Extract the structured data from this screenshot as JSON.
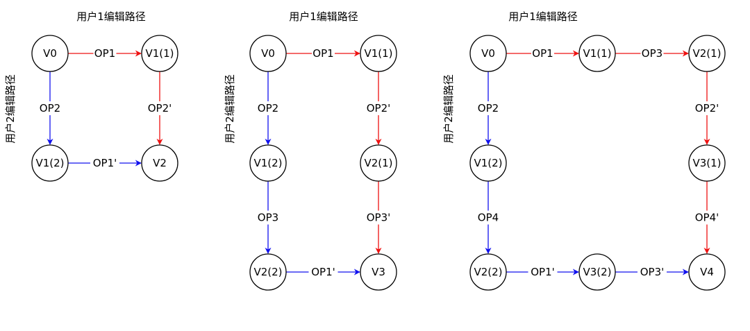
{
  "colors": {
    "user1_path": "#ee1111",
    "user2_path": "#1111ee",
    "node_stroke": "#000000",
    "background": "#ffffff"
  },
  "diagrams": [
    {
      "top_title": "用户1编辑路径",
      "side_title": "用户2编辑路径",
      "nodes": [
        {
          "id": "d1_v0",
          "label": "V0"
        },
        {
          "id": "d1_v1_1",
          "label": "V1(1)"
        },
        {
          "id": "d1_v1_2",
          "label": "V1(2)"
        },
        {
          "id": "d1_v2",
          "label": "V2"
        }
      ],
      "edges": [
        {
          "from": "d1_v0",
          "to": "d1_v1_1",
          "label": "OP1",
          "path": "user1"
        },
        {
          "from": "d1_v1_1",
          "to": "d1_v2",
          "label": "OP2'",
          "path": "user1"
        },
        {
          "from": "d1_v0",
          "to": "d1_v1_2",
          "label": "OP2",
          "path": "user2"
        },
        {
          "from": "d1_v1_2",
          "to": "d1_v2",
          "label": "OP1'",
          "path": "user2"
        }
      ]
    },
    {
      "top_title": "用户1编辑路径",
      "side_title": "用户2编辑路径",
      "nodes": [
        {
          "id": "d2_v0",
          "label": "V0"
        },
        {
          "id": "d2_v1_1",
          "label": "V1(1)"
        },
        {
          "id": "d2_v1_2",
          "label": "V1(2)"
        },
        {
          "id": "d2_v2_1",
          "label": "V2(1)"
        },
        {
          "id": "d2_v2_2",
          "label": "V2(2)"
        },
        {
          "id": "d2_v3",
          "label": "V3"
        }
      ],
      "edges": [
        {
          "from": "d2_v0",
          "to": "d2_v1_1",
          "label": "OP1",
          "path": "user1"
        },
        {
          "from": "d2_v1_1",
          "to": "d2_v2_1",
          "label": "OP2'",
          "path": "user1"
        },
        {
          "from": "d2_v2_1",
          "to": "d2_v3",
          "label": "OP3'",
          "path": "user1"
        },
        {
          "from": "d2_v0",
          "to": "d2_v1_2",
          "label": "OP2",
          "path": "user2"
        },
        {
          "from": "d2_v1_2",
          "to": "d2_v2_2",
          "label": "OP3",
          "path": "user2"
        },
        {
          "from": "d2_v2_2",
          "to": "d2_v3",
          "label": "OP1'",
          "path": "user2"
        }
      ]
    },
    {
      "top_title": "用户1编辑路径",
      "side_title": "用户2编辑路径",
      "nodes": [
        {
          "id": "d3_v0",
          "label": "V0"
        },
        {
          "id": "d3_v1_1",
          "label": "V1(1)"
        },
        {
          "id": "d3_v2_1",
          "label": "V2(1)"
        },
        {
          "id": "d3_v1_2",
          "label": "V1(2)"
        },
        {
          "id": "d3_v3_1",
          "label": "V3(1)"
        },
        {
          "id": "d3_v2_2",
          "label": "V2(2)"
        },
        {
          "id": "d3_v3_2",
          "label": "V3(2)"
        },
        {
          "id": "d3_v4",
          "label": "V4"
        }
      ],
      "edges": [
        {
          "from": "d3_v0",
          "to": "d3_v1_1",
          "label": "OP1",
          "path": "user1"
        },
        {
          "from": "d3_v1_1",
          "to": "d3_v2_1",
          "label": "OP3",
          "path": "user1"
        },
        {
          "from": "d3_v2_1",
          "to": "d3_v3_1",
          "label": "OP2'",
          "path": "user1"
        },
        {
          "from": "d3_v3_1",
          "to": "d3_v4",
          "label": "OP4'",
          "path": "user1"
        },
        {
          "from": "d3_v0",
          "to": "d3_v1_2",
          "label": "OP2",
          "path": "user2"
        },
        {
          "from": "d3_v1_2",
          "to": "d3_v2_2",
          "label": "OP4",
          "path": "user2"
        },
        {
          "from": "d3_v2_2",
          "to": "d3_v3_2",
          "label": "OP1'",
          "path": "user2"
        },
        {
          "from": "d3_v3_2",
          "to": "d3_v4",
          "label": "OP3'",
          "path": "user2"
        }
      ]
    }
  ]
}
